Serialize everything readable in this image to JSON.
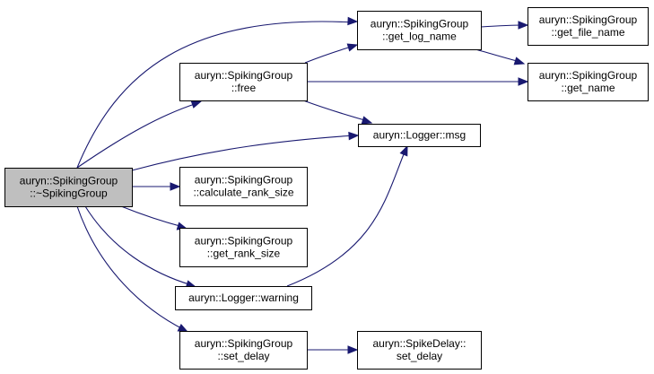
{
  "graph": {
    "nodes": [
      {
        "id": "root",
        "lines": [
          "auryn::SpikingGroup",
          "::~SpikingGroup"
        ],
        "highlighted": true
      },
      {
        "id": "free",
        "lines": [
          "auryn::SpikingGroup",
          "::free"
        ]
      },
      {
        "id": "get_log_name",
        "lines": [
          "auryn::SpikingGroup",
          "::get_log_name"
        ]
      },
      {
        "id": "get_file_name",
        "lines": [
          "auryn::SpikingGroup",
          "::get_file_name"
        ]
      },
      {
        "id": "get_name",
        "lines": [
          "auryn::SpikingGroup",
          "::get_name"
        ]
      },
      {
        "id": "msg",
        "lines": [
          "auryn::Logger::msg"
        ]
      },
      {
        "id": "calculate_rank_size",
        "lines": [
          "auryn::SpikingGroup",
          "::calculate_rank_size"
        ]
      },
      {
        "id": "get_rank_size",
        "lines": [
          "auryn::SpikingGroup",
          "::get_rank_size"
        ]
      },
      {
        "id": "warning",
        "lines": [
          "auryn::Logger::warning"
        ]
      },
      {
        "id": "set_delay",
        "lines": [
          "auryn::SpikingGroup",
          "::set_delay"
        ]
      },
      {
        "id": "spike_delay_set_delay",
        "lines": [
          "auryn::SpikeDelay::",
          "set_delay"
        ]
      }
    ],
    "edges": [
      {
        "from": "root",
        "to": "get_log_name"
      },
      {
        "from": "root",
        "to": "free"
      },
      {
        "from": "root",
        "to": "msg"
      },
      {
        "from": "root",
        "to": "calculate_rank_size"
      },
      {
        "from": "root",
        "to": "get_rank_size"
      },
      {
        "from": "root",
        "to": "warning"
      },
      {
        "from": "root",
        "to": "set_delay"
      },
      {
        "from": "free",
        "to": "get_log_name"
      },
      {
        "from": "free",
        "to": "get_name"
      },
      {
        "from": "free",
        "to": "msg"
      },
      {
        "from": "get_log_name",
        "to": "get_file_name"
      },
      {
        "from": "get_log_name",
        "to": "get_name"
      },
      {
        "from": "warning",
        "to": "msg"
      },
      {
        "from": "set_delay",
        "to": "spike_delay_set_delay"
      }
    ],
    "colors": {
      "edge": "#191970",
      "root_fill": "#bfbfbf",
      "node_fill": "#ffffff",
      "node_stroke": "#000000"
    }
  }
}
